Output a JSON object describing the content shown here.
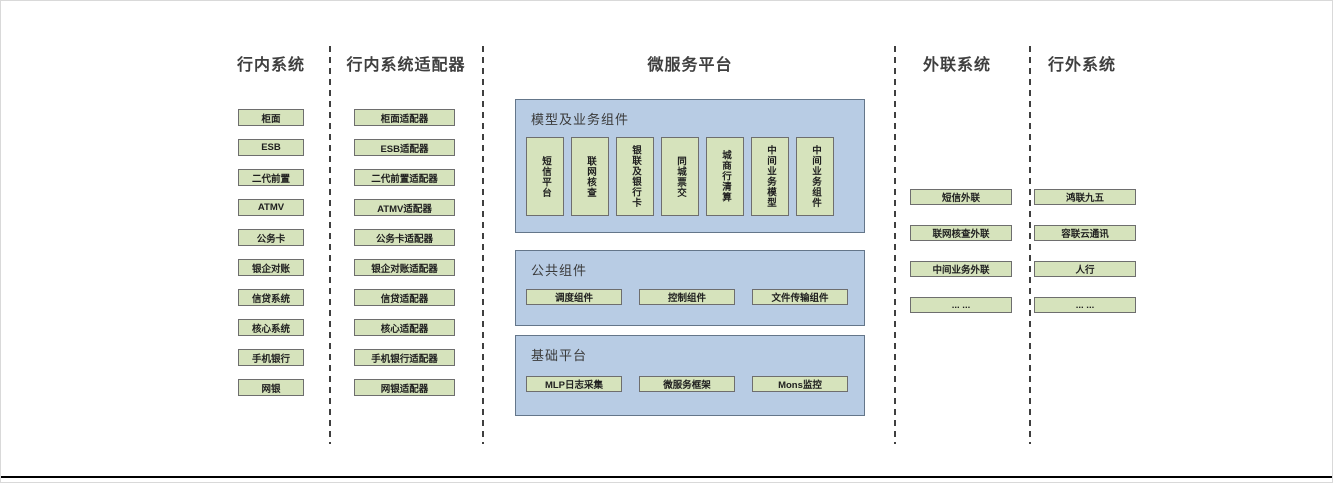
{
  "colors": {
    "green_fill": "#d6e3bc",
    "green_border": "#6e6e6e",
    "blue_fill": "#b8cce4",
    "blue_border": "#64768a",
    "header_text": "#3f3f3f",
    "separator": "#3f3f3f",
    "bottom_rule": "#000000",
    "background": "#ffffff"
  },
  "columns": {
    "internal": {
      "title": "行内系统",
      "items": [
        "柜面",
        "ESB",
        "二代前置",
        "ATMV",
        "公务卡",
        "银企对账",
        "信贷系统",
        "核心系统",
        "手机银行",
        "网银"
      ]
    },
    "adapters": {
      "title": "行内系统适配器",
      "items": [
        "柜面适配器",
        "ESB适配器",
        "二代前置适配器",
        "ATMV适配器",
        "公务卡适配器",
        "银企对账适配器",
        "信贷适配器",
        "核心适配器",
        "手机银行适配器",
        "网银适配器"
      ]
    },
    "external_link": {
      "title": "外联系统",
      "items": [
        "短信外联",
        "联网核查外联",
        "中间业务外联",
        "... ..."
      ]
    },
    "outside": {
      "title": "行外系统",
      "items": [
        "鸿联九五",
        "容联云通讯",
        "人行",
        "... ..."
      ]
    }
  },
  "platform": {
    "title": "微服务平台",
    "groups": {
      "model": {
        "title": "模型及业务组件",
        "items": [
          "短信平台",
          "联网核查",
          "银联及银行卡",
          "同城票交",
          "城商行清算",
          "中间业务模型",
          "中间业务组件"
        ]
      },
      "common": {
        "title": "公共组件",
        "items": [
          "调度组件",
          "控制组件",
          "文件传输组件"
        ]
      },
      "base": {
        "title": "基础平台",
        "items": [
          "MLP日志采集",
          "微服务框架",
          "Mons监控"
        ]
      }
    }
  }
}
